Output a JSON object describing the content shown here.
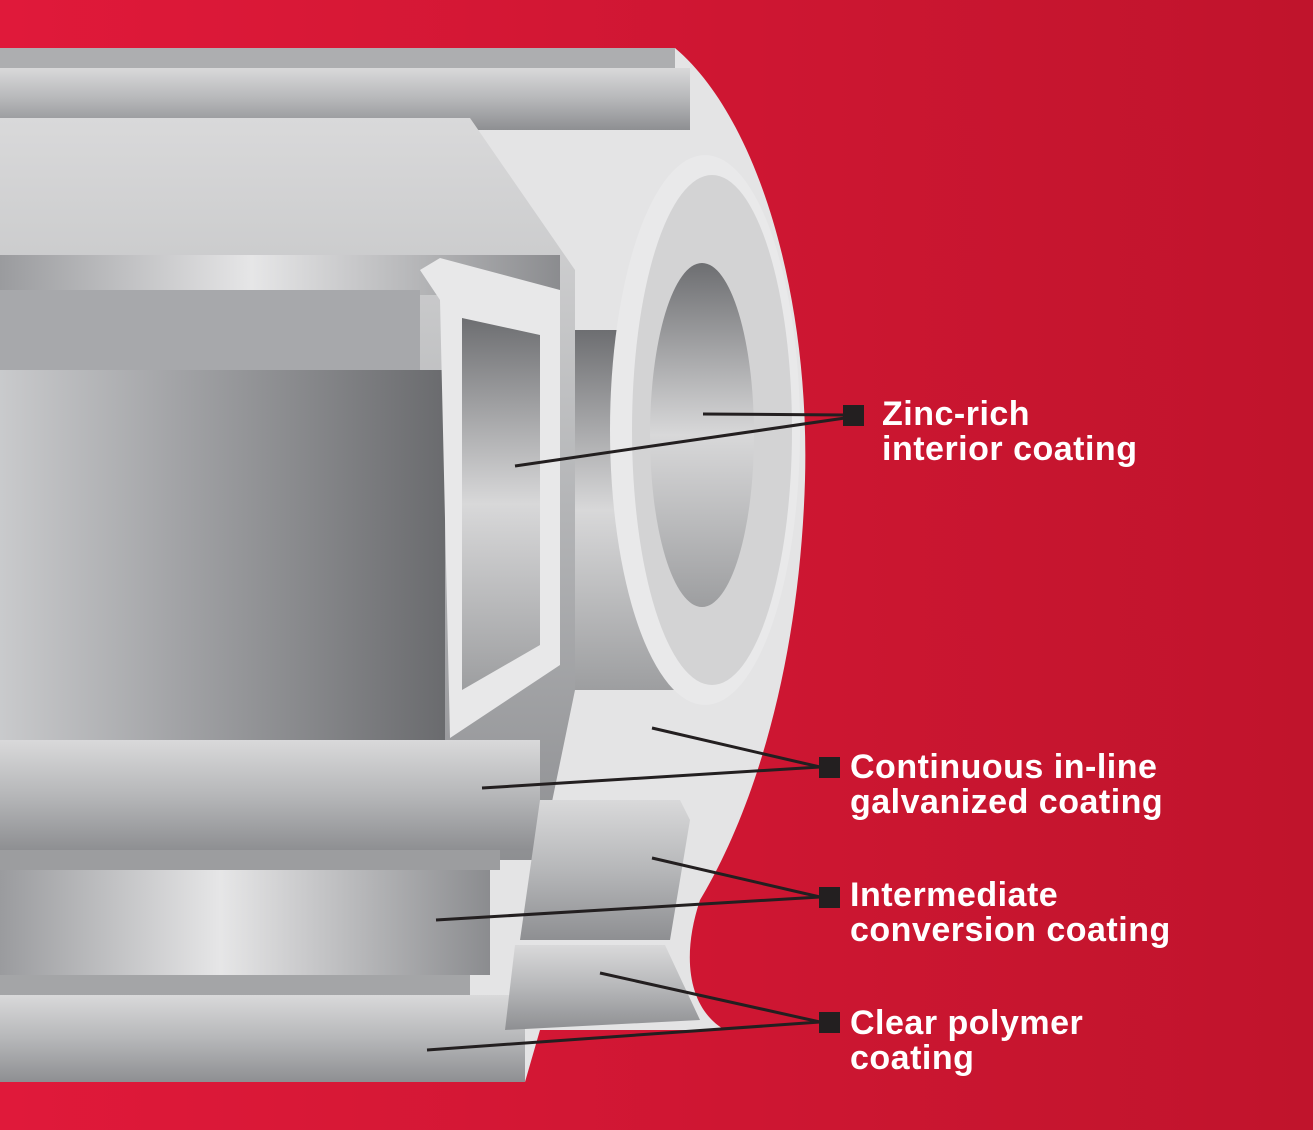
{
  "title": "Pipe coating layers cutaway",
  "colors": {
    "background": "#d0172f",
    "leader": "#231f20",
    "label": "#ffffff"
  },
  "labels": [
    {
      "line1": "Zinc-rich",
      "line2": "interior coating"
    },
    {
      "line1": "Continuous in-line",
      "line2": "galvanized coating"
    },
    {
      "line1": "Intermediate",
      "line2": "conversion coating"
    },
    {
      "line1": "Clear polymer",
      "line2": "coating"
    }
  ]
}
